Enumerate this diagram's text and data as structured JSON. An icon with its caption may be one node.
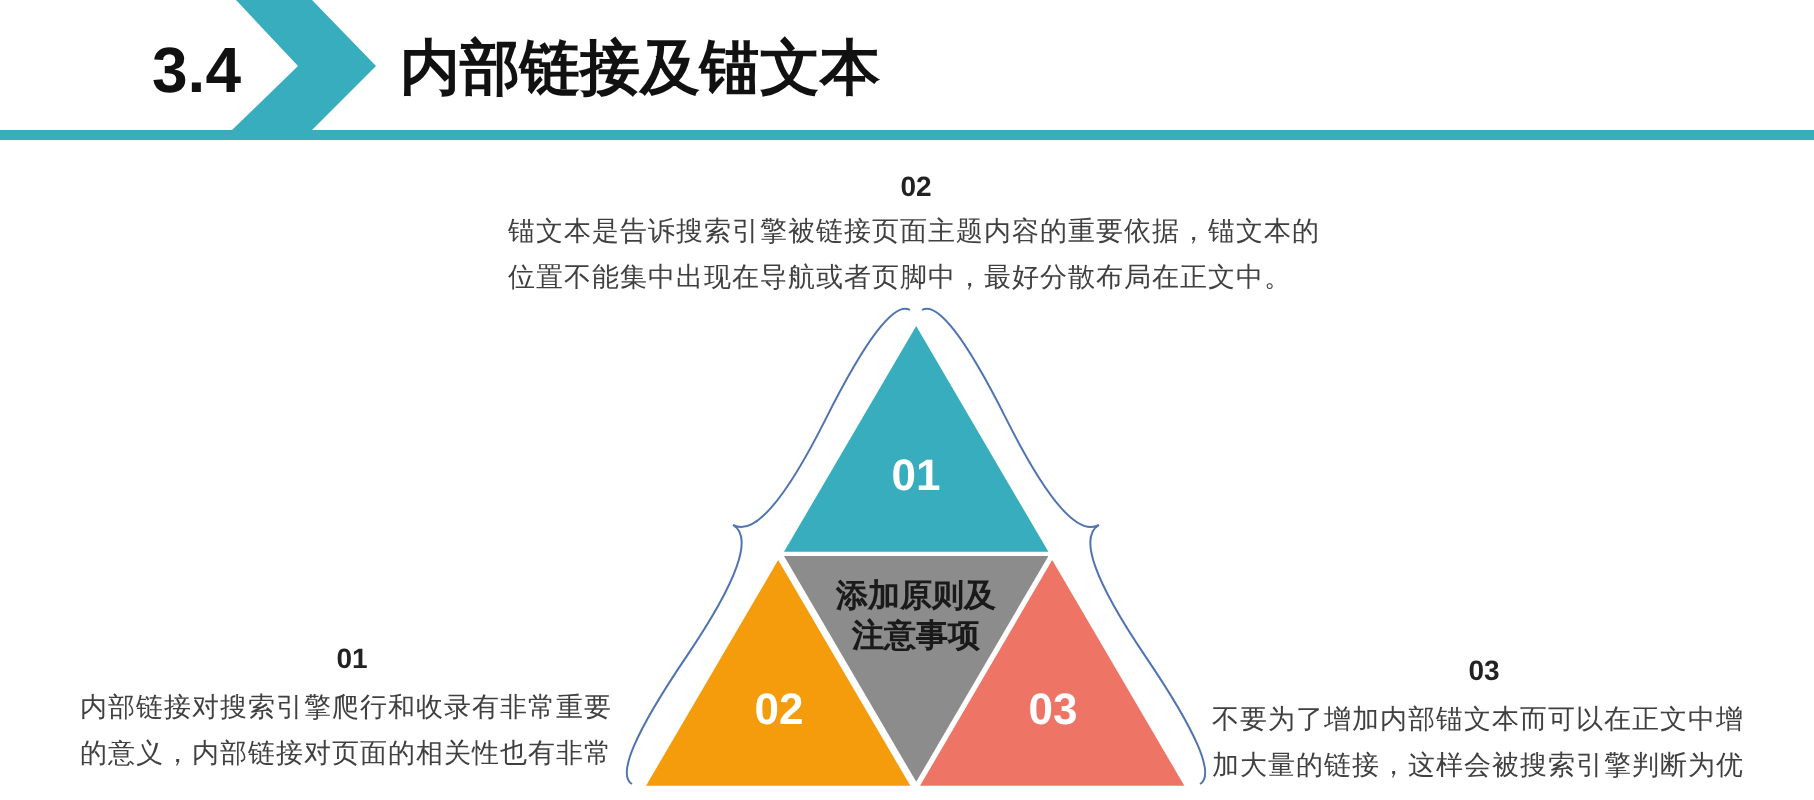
{
  "diagram": {
    "title": "内部链接及锚文本",
    "nodes": [
      {
        "text": [
          "01"
        ]
      },
      {
        "text": [
          "02"
        ]
      },
      {
        "text": [
          "添加原则及注意事项"
        ]
      },
      {
        "text": [
          "03"
        ]
      }
    ],
    "labels": [
      "3.4",
      "02",
      "锚文本是告诉搜索引擎被链接页面主题内容的重要依据，锚文本的位置不能集中出现在导航或者页脚中，最好分散布局在正文中。",
      "01",
      "内部链接对搜索引擎爬行和收录有非常重要的意义，内部链接对页面的相关性也有非常",
      "03",
      "不要为了增加内部锚文本而可以在正文中增加大量的链接，这样会被搜索引擎判断为优"
    ]
  }
}
